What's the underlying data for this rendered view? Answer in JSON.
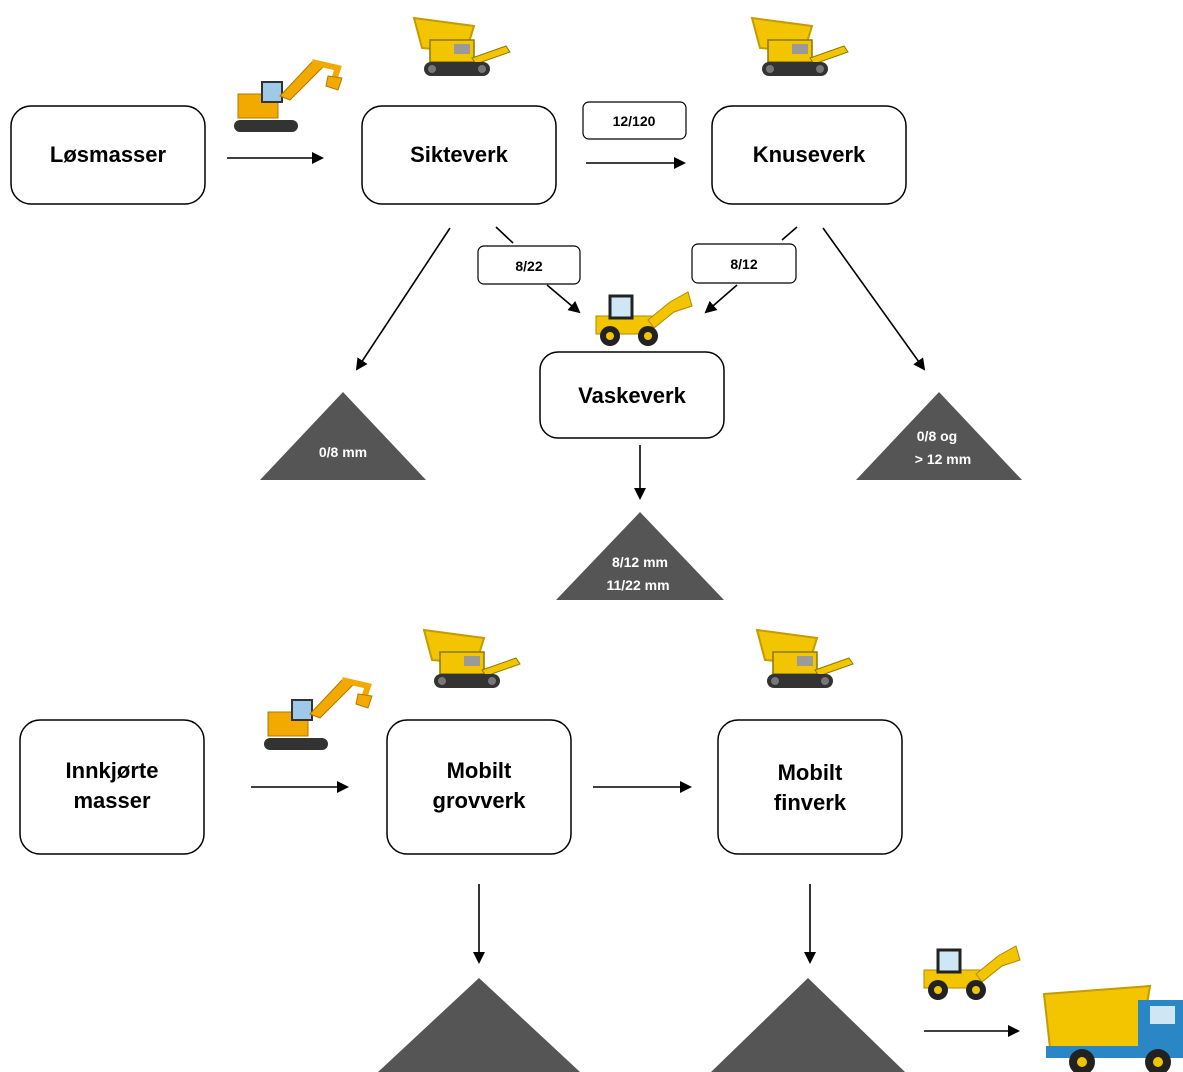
{
  "nodes": {
    "losmasser": "Løsmasser",
    "sikteverk": "Sikteverk",
    "knuseverk": "Knuseverk",
    "vaskeverk": "Vaskeverk",
    "innkjorte_1": "Innkjørte",
    "innkjorte_2": "masser",
    "grovverk_1": "Mobilt",
    "grovverk_2": "grovverk",
    "finverk_1": "Mobilt",
    "finverk_2": "finverk"
  },
  "tags": {
    "sikt_knus": "12/120",
    "sikt_vask": "8/22",
    "knus_vask": "8/12"
  },
  "heaps": {
    "left": "0/8 mm",
    "right_1": "0/8 og",
    "right_2": "> 12 mm",
    "center_1": "8/12 mm",
    "center_2": "11/22 mm"
  },
  "colors": {
    "heap": "#555555",
    "machine_yellow": "#f2c500",
    "truck_blue": "#2b86c5",
    "line": "#000000"
  }
}
